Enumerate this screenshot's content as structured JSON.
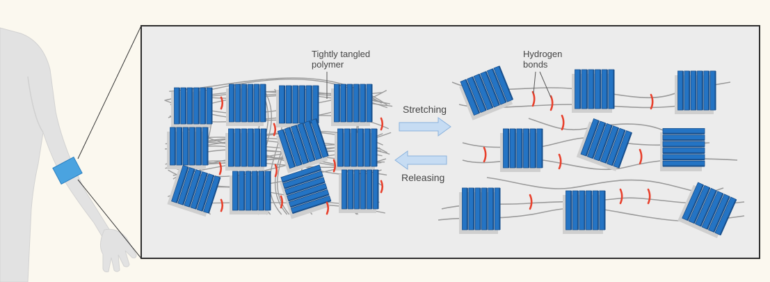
{
  "labels": {
    "tangled": "Tightly tangled\npolymer",
    "hydrogen": "Hydrogen\nbonds",
    "stretching": "Stretching",
    "releasing": "Releasing"
  },
  "colors": {
    "background": "#fbf8ef",
    "panel": "#ececec",
    "frame": "#2d2d2d",
    "crystal": "#2474c4",
    "crystal_dark": "#184f8c",
    "chain": "#9a9a9a",
    "bond": "#e8402c",
    "arrow": "#9dc0e6",
    "patch": "#4aa3e0",
    "body": "#e2e2e2"
  },
  "icons": {
    "crystal": "polymer-crystal-block-icon",
    "bond": "hydrogen-bond-icon",
    "body": "human-arm-icon",
    "patch": "skin-patch-icon"
  }
}
